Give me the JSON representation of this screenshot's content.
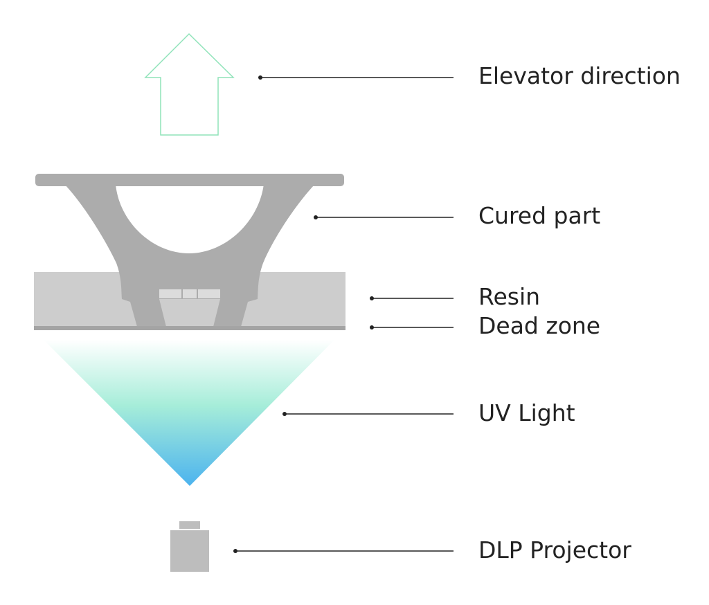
{
  "labels": {
    "elevator": "Elevator direction",
    "cured_part": "Cured part",
    "resin": "Resin",
    "dead_zone": "Dead zone",
    "uv_light": "UV Light",
    "dlp_projector": "DLP Projector"
  },
  "colors": {
    "arrow_outline": "#8FE3B9",
    "platform": "#ACACAC",
    "cured_part": "#ACACAC",
    "resin": "#CDCDCD",
    "dead_zone": "#A4A4A4",
    "uv_top": "#FFFFFF",
    "uv_bottom": "#4CB3EE",
    "projector": "#BDBDBD",
    "leader": "#222222",
    "text": "#222222"
  }
}
